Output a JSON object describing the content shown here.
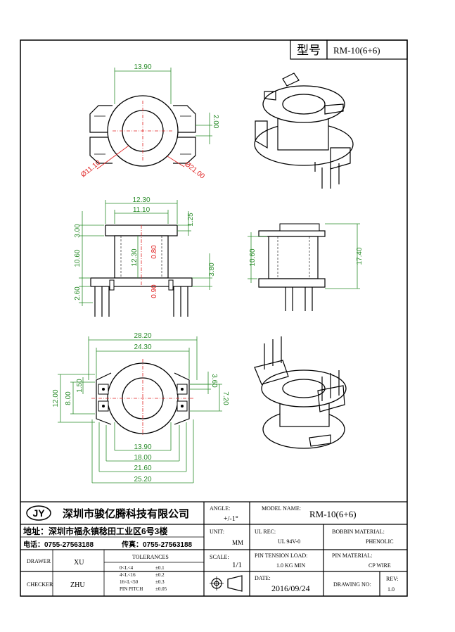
{
  "header": {
    "label": "型号",
    "model": "RM-10(6+6)"
  },
  "top_view": {
    "width": "13.90",
    "slot": "2.00",
    "inner_dia": "Ø11.10",
    "outer_dia": "Ø21.00"
  },
  "front_view": {
    "w_top": "12.30",
    "w_inner": "11.10",
    "h_top": "3.00",
    "h_right_top": "1.25",
    "h_body": "10.60",
    "core": "12.30",
    "wall": "0.80",
    "pin_h": "3.80",
    "h_bottom": "2.60",
    "base": "0.90"
  },
  "side_view": {
    "height": "10.60",
    "total": "17.40"
  },
  "bottom_view": {
    "w1": "28.20",
    "w2": "24.30",
    "h_total": "12.00",
    "h_mid": "8.00",
    "pitch_l": "1.50",
    "pitch_r": "3.60",
    "h_right": "7.20",
    "w3": "13.90",
    "w4": "18.00",
    "w5": "21.60",
    "w6": "25.20"
  },
  "title_block": {
    "logo": "JY",
    "company": "深圳市骏亿腾科技有限公司",
    "address": "地址：深圳市福永镇稔田工业区6号3楼",
    "phone": "电话：0755-27563188",
    "fax": "传真：0755-27563188",
    "angle_label": "ANGLE:",
    "angle_value": "+/-1°",
    "model_label": "MODEL NAME:",
    "model_value": "RM-10(6+6)",
    "unit_label": "UNIT:",
    "unit_value": "MM",
    "ul_label": "UL REC:",
    "ul_value": "UL 94V-0",
    "bobbin_label": "BOBBIN MATERIAL:",
    "bobbin_value": "PHENOLIC",
    "drawer_label": "DRAWER",
    "drawer_value": "XU",
    "tolerances_label": "TOLERANCES",
    "tol_rows": [
      {
        "range": "0<L<4",
        "tol": "±0.1"
      },
      {
        "range": "4<L<16",
        "tol": "±0.2"
      },
      {
        "range": "16<L<50",
        "tol": "±0.3"
      },
      {
        "range": "PIN PITCH",
        "tol": "±0.05"
      }
    ],
    "scale_label": "SCALE:",
    "scale_value": "1/1",
    "pin_tension_label": "PIN TENSION LOAD:",
    "pin_tension_value": "1.0 KG MIN",
    "pin_material_label": "PIN MATERIAL:",
    "pin_material_value": "CP WIRE",
    "checker_label": "CHECKER",
    "checker_value": "ZHU",
    "date_label": "DATE:",
    "date_value": "2016/09/24",
    "drawing_no_label": "DRAWING NO:",
    "rev_label": "REV:",
    "rev_value": "1.0"
  }
}
